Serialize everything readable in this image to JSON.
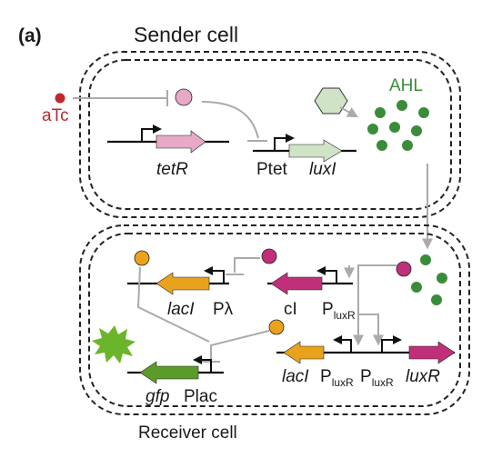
{
  "panel_label": "(a)",
  "sender_title": "Sender cell",
  "receiver_title": "Receiver cell",
  "atc_label": "aTc",
  "ahl_label": "AHL",
  "sender_genes": {
    "tetR": "tetR",
    "ptet": "Ptet",
    "luxI": "luxI"
  },
  "receiver_genes": {
    "lacI_top": "lacI",
    "p_lambda": "Pλ",
    "cI": "cI",
    "p_luxR_main": "P",
    "p_luxR_sub": "luxR",
    "gfp": "gfp",
    "plac": "Plac",
    "lacI_bottom": "lacI",
    "p1_main": "P",
    "p1_sub": "luxR",
    "p2_main": "P",
    "p2_sub": "luxR",
    "luxR": "luxR"
  },
  "colors": {
    "atc": "#c0282e",
    "tetR": "#e8a9c6",
    "luxI": "#cfe3c6",
    "ahl": "#3a8c3a",
    "lacI": "#e9a21c",
    "cI": "#c0307a",
    "gfp": "#5c9b2a",
    "luxR": "#c0307a",
    "gfp_burst": "#6bb52a"
  }
}
